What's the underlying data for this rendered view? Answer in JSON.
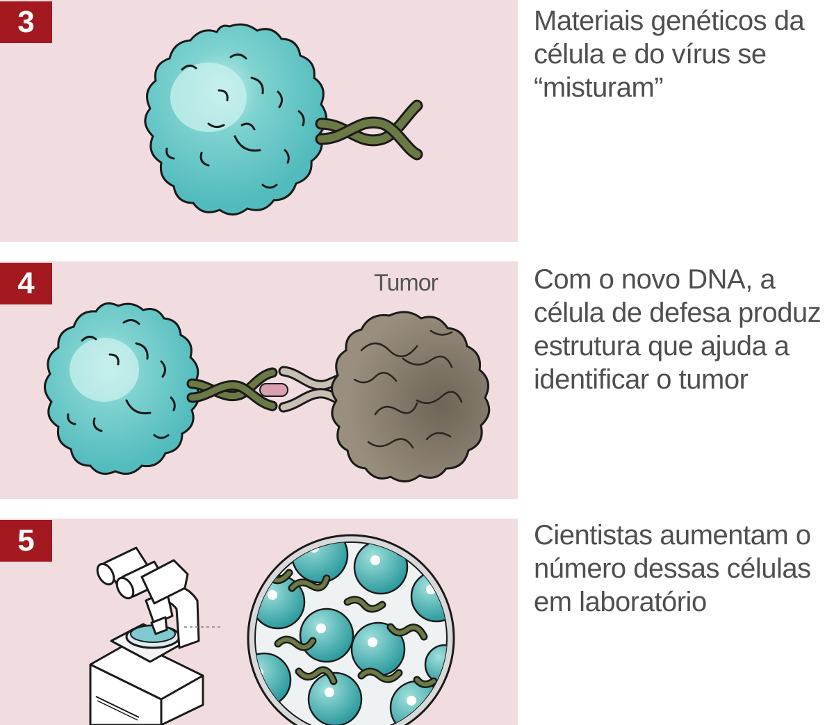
{
  "steps": [
    {
      "number": "3",
      "caption": "Materiais genéticos da célula e do vírus se “misturam”"
    },
    {
      "number": "4",
      "caption": "Com o novo DNA, a célula de defesa produz estrutura que ajuda a identificar o tumor",
      "label": "Tumor"
    },
    {
      "number": "5",
      "caption": "Cientistas aumentam o número dessas células em laboratório"
    }
  ],
  "colors": {
    "badge": "#a3191f",
    "panel": "#f1dde0",
    "cell": "#5cc3c3",
    "dna": "#6b7a45",
    "tumor": "#8c8273"
  }
}
